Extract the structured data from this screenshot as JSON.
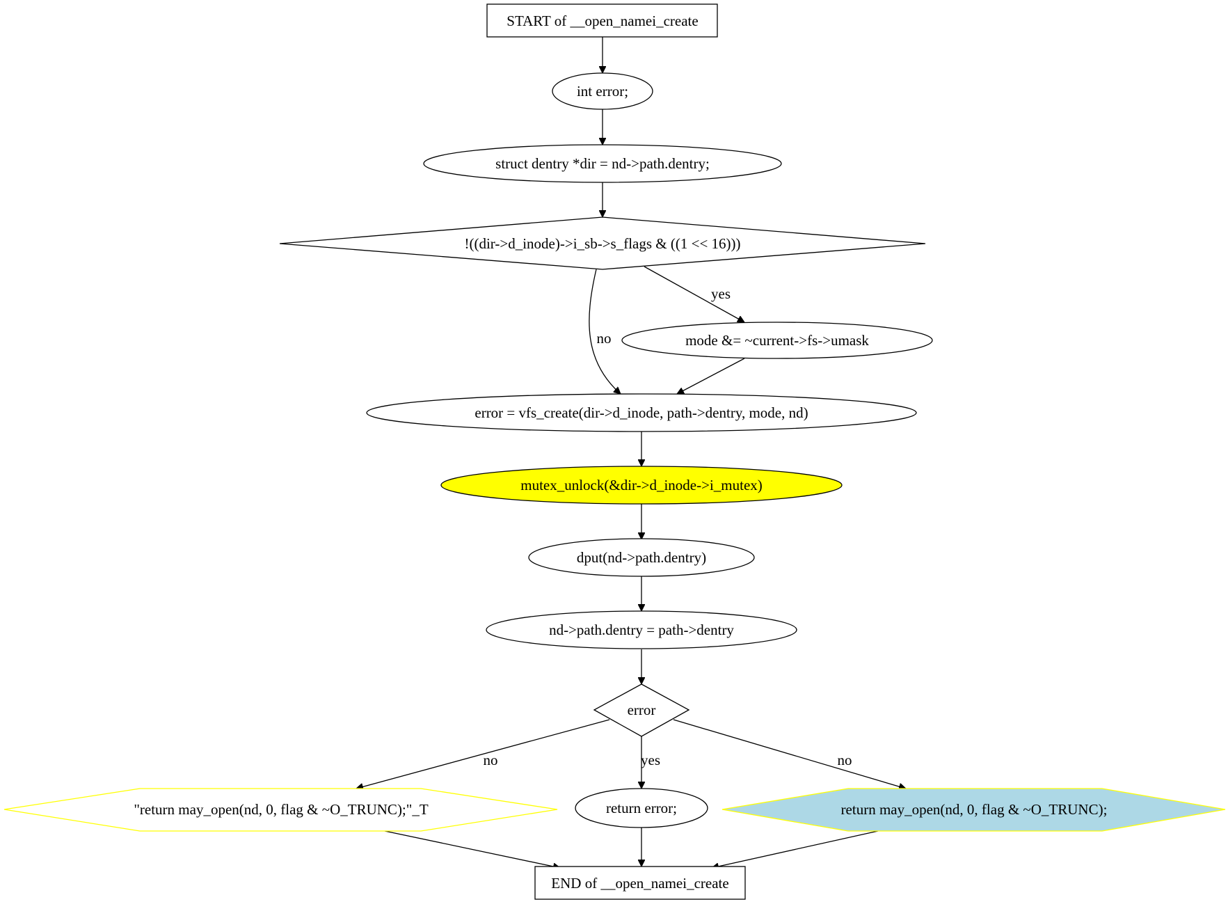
{
  "diagram": {
    "nodes": {
      "start": "START of __open_namei_create",
      "decl_error": "int error;",
      "decl_dir": "struct dentry *dir = nd->path.dentry;",
      "cond_flags": "!((dir->d_inode)->i_sb->s_flags & ((1 << 16)))",
      "mode_umask": "mode &= ~current->fs->umask",
      "vfs_create": "error = vfs_create(dir->d_inode, path->dentry, mode, nd)",
      "mutex_unlock": "mutex_unlock(&dir->d_inode->i_mutex)",
      "dput": "dput(nd->path.dentry)",
      "assign_dentry": "nd->path.dentry = path->dentry",
      "cond_error": "error",
      "ret_may_open_t": "\"return may_open(nd, 0, flag & ~O_TRUNC);\"_T",
      "ret_error": "return error;",
      "ret_may_open": "return may_open(nd, 0, flag & ~O_TRUNC);",
      "end": "END of __open_namei_create"
    },
    "edge_labels": {
      "flags_yes": "yes",
      "flags_no": "no",
      "error_no_left": "no",
      "error_yes": "yes",
      "error_no_right": "no"
    },
    "colors": {
      "highlight_fill": "#ffff00",
      "hexagon_outline": "#ffff00",
      "return_fill": "#add8e6",
      "stroke": "#000000"
    }
  }
}
